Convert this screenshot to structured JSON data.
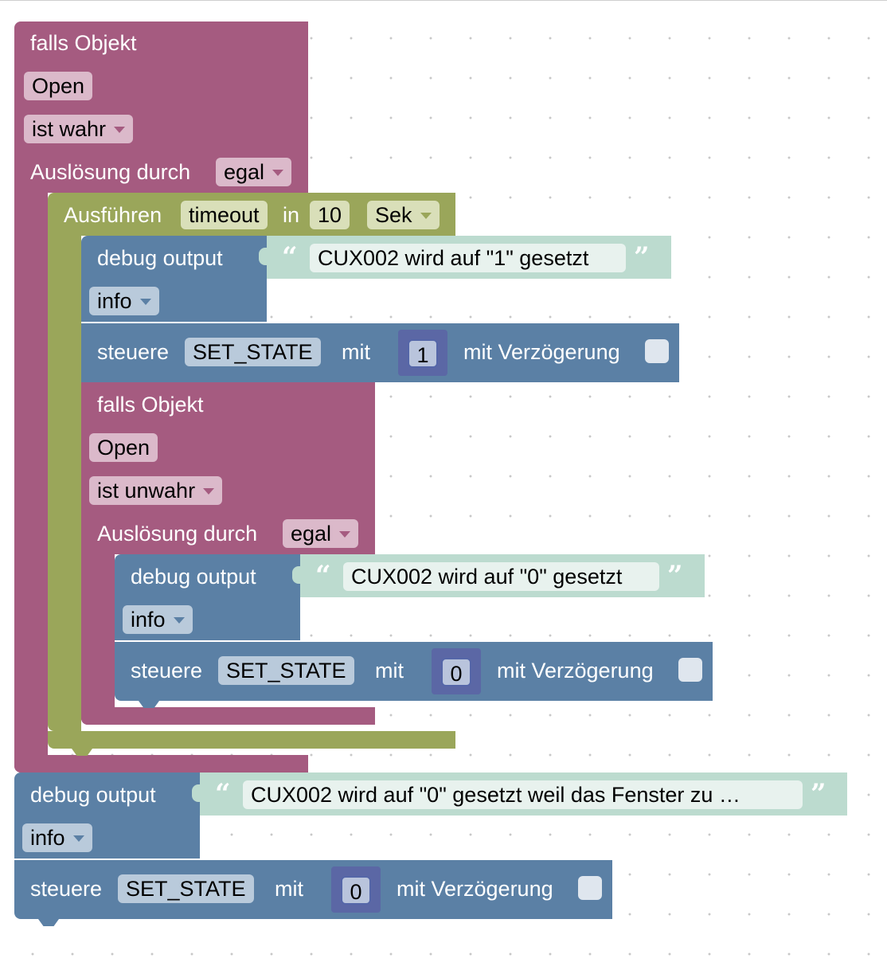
{
  "colors": {
    "logic": "#a55b80",
    "timeout": "#9aa65a",
    "action": "#5b80a5",
    "text": "#bcdbcf",
    "number": "#5b67a5"
  },
  "outer_if": {
    "label": "falls Objekt",
    "object": "Open",
    "condition": "ist wahr",
    "trigger_label": "Auslösung durch",
    "trigger_value": "egal"
  },
  "timeout": {
    "label": "Ausführen",
    "mode": "timeout",
    "in_label": "in",
    "value": "10",
    "unit": "Sek"
  },
  "debug1": {
    "label": "debug output",
    "text": "CUX002 wird auf \"1\" gesetzt",
    "level": "info"
  },
  "set1": {
    "label": "steuere",
    "state": "SET_STATE",
    "with_label": "mit",
    "value": "1",
    "delay_label": "mit Verzögerung"
  },
  "inner_if": {
    "label": "falls Objekt",
    "object": "Open",
    "condition": "ist unwahr",
    "trigger_label": "Auslösung durch",
    "trigger_value": "egal"
  },
  "debug2": {
    "label": "debug output",
    "text": "CUX002 wird auf \"0\" gesetzt",
    "level": "info"
  },
  "set2": {
    "label": "steuere",
    "state": "SET_STATE",
    "with_label": "mit",
    "value": "0",
    "delay_label": "mit Verzögerung"
  },
  "debug3": {
    "label": "debug output",
    "text": "CUX002 wird auf \"0\" gesetzt weil das Fenster zu …",
    "level": "info"
  },
  "set3": {
    "label": "steuere",
    "state": "SET_STATE",
    "with_label": "mit",
    "value": "0",
    "delay_label": "mit Verzögerung"
  },
  "quotes": {
    "open": "“",
    "close": "”"
  }
}
